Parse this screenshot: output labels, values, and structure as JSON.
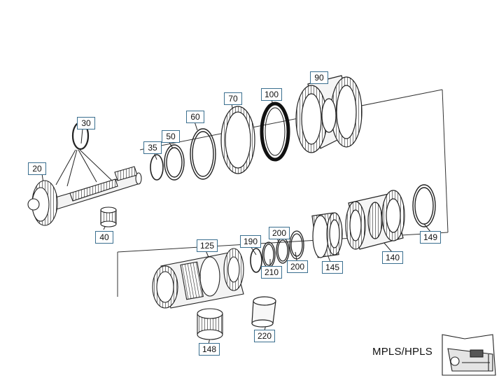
{
  "callouts": {
    "c20": "20",
    "c30": "30",
    "c35": "35",
    "c40": "40",
    "c50": "50",
    "c60": "60",
    "c70": "70",
    "c90": "90",
    "c100": "100",
    "c125": "125",
    "c140": "140",
    "c145": "145",
    "c148": "148",
    "c149": "149",
    "c190": "190",
    "c200a": "200",
    "c200b": "200",
    "c210": "210",
    "c220": "220"
  },
  "model_label": "MPLS/HPLS",
  "colors": {
    "callout_border": "#3a6f8f",
    "line": "#222222",
    "background": "#ffffff"
  }
}
